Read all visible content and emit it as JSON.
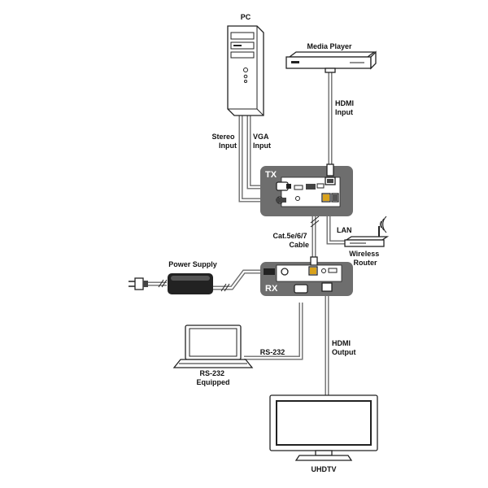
{
  "labels": {
    "pc": "PC",
    "media_player": "Media Player",
    "hdmi_input": [
      "HDMI",
      "Input"
    ],
    "stereo_input": [
      "Stereo",
      "Input"
    ],
    "vga_input": [
      "VGA",
      "Input"
    ],
    "tx": "TX",
    "lan": "LAN",
    "cat_cable": [
      "Cat.5e/6/7",
      "Cable"
    ],
    "wireless_router": [
      "Wireless",
      "Router"
    ],
    "power_supply": "Power Supply",
    "rx": "RX",
    "rs232": "RS-232",
    "rs232_equipped": [
      "RS-232",
      "Equipped"
    ],
    "hdmi_output": [
      "HDMI",
      "Output"
    ],
    "uhdtv": "UHDTV"
  },
  "colors": {
    "unit_fill": "#6e6e6e",
    "cable": "#6e6e6e",
    "accent_port": "#d9a21b",
    "line": "#222222"
  }
}
